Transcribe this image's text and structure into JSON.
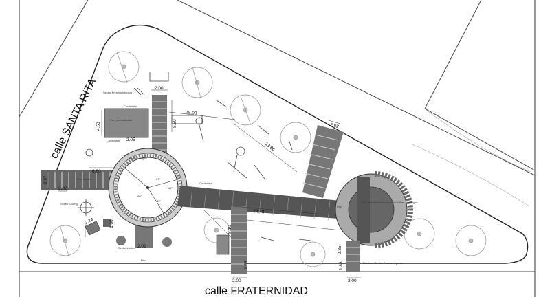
{
  "streets": {
    "santa_rita": "calle SANTA RITA",
    "fraternidad_prefix": "calle ",
    "fraternidad_name": "FRATERNIDAD"
  },
  "dimensions": {
    "d_2_00_top": "2.00",
    "d_15_08": "15.08",
    "d_8_50": "8.50",
    "d_4_50": "4.50",
    "d_13_86": "13.86",
    "d_2_02": "2.02",
    "d_6_60": "6.60",
    "d_2_07": "2.07",
    "d_2_82": "2.82",
    "d_24_48": "24.48",
    "d_8_10": "8.10",
    "d_2_74": "2.74",
    "d_1_60": "1.60",
    "d_2_02_bottom": "2.02",
    "d_2_00_bottom": "2.00",
    "d_2_85": "2.85",
    "d_2_05": "2.05",
    "d_1_88": "1.88",
    "d_1_53": "1.53",
    "d_2_00_right": "2.00"
  },
  "labels": {
    "sector_primera_infancia": "Sector Primera Infancia",
    "pav_premoldeado": "Pav. premoldeado",
    "cordoneta_1": "Cordoneta",
    "cordoneta_2": "Cordoneta",
    "cordoneta_3": "Cordoneta",
    "sector_cicling": "Sector Cicling",
    "sector_ludico": "Sector Lúdico",
    "pav_hormigon": "Pav. hormigon",
    "pav_lateral": "Pav. loseta",
    "pav_premoldeado_right": "Pav. premoldeado articulado + Pav. Hormigon",
    "pav_h": "Pav.",
    "piso_verde": "Piso",
    "senderos": "Sendero Cordon Acceso Ingreso",
    "angle_67": "67°",
    "angle_80": "80°",
    "angle_43": "43°",
    "angle_45": "45°"
  }
}
